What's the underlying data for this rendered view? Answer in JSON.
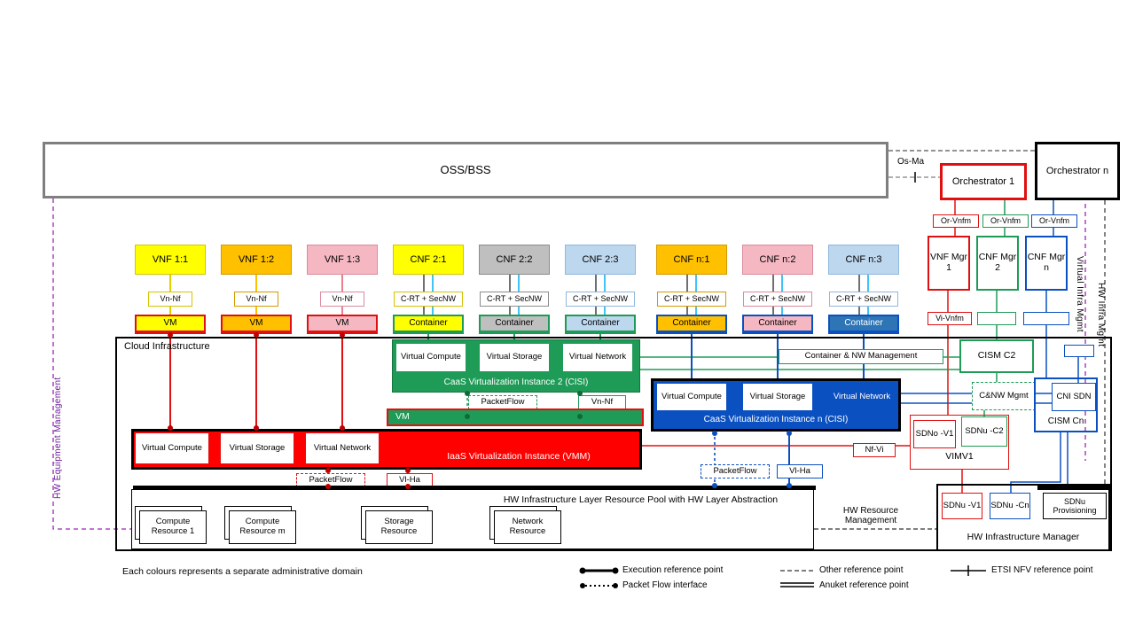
{
  "colors": {
    "red": "#FF0000",
    "red_border": "#E01010",
    "green": "#1E9B56",
    "blue": "#0B50C0",
    "yellow": "#FFFF00",
    "orange": "#FFC000",
    "pink": "#F5B8C2",
    "gray": "#BFBFBF",
    "light_blue": "#BDD7EE",
    "mid_blue": "#2E75B6",
    "cyan": "#00B0F0",
    "purple": "#9C27B0",
    "frame_gray": "#7F7F7F"
  },
  "top": {
    "oss_bss": "OSS/BSS",
    "os_ma": "Os-Ma",
    "orchestrator_1": "Orchestrator 1",
    "orchestrator_n": "Orchestrator n",
    "or_vnfm_1": "Or-Vnfm",
    "or_vnfm_2": "Or-Vnfm",
    "or_vnfm_3": "Or-Vnfm",
    "vnf_mgr_1": "VNF Mgr 1",
    "cnf_mgr_2": "CNF Mgr 2",
    "cnf_mgr_n": "CNF Mgr n",
    "vi_vnfm": "Vi-Vnfm"
  },
  "side_labels": {
    "virtual_infra_mgmt": "Virtual Infra Mgmt",
    "hw_infra_mgmt": "HW Infra Mgmt",
    "hw_equipment_mgmt": "HW Equipment Management"
  },
  "nf_row": [
    {
      "label": "VNF 1:1"
    },
    {
      "label": "VNF 1:2"
    },
    {
      "label": "VNF 1:3"
    },
    {
      "label": "CNF 2:1"
    },
    {
      "label": "CNF 2:2"
    },
    {
      "label": "CNF 2:3"
    },
    {
      "label": "CNF n:1"
    },
    {
      "label": "CNF n:2"
    },
    {
      "label": "CNF n:3"
    }
  ],
  "if_row": [
    {
      "label": "Vn-Nf"
    },
    {
      "label": "Vn-Nf"
    },
    {
      "label": "Vn-Nf"
    },
    {
      "label": "C-RT + SecNW"
    },
    {
      "label": "C-RT + SecNW"
    },
    {
      "label": "C-RT + SecNW"
    },
    {
      "label": "C-RT + SecNW"
    },
    {
      "label": "C-RT + SecNW"
    },
    {
      "label": "C-RT + SecNW"
    }
  ],
  "vm_row": [
    {
      "label": "VM"
    },
    {
      "label": "VM"
    },
    {
      "label": "VM"
    },
    {
      "label": "Container"
    },
    {
      "label": "Container"
    },
    {
      "label": "Container"
    },
    {
      "label": "Container"
    },
    {
      "label": "Container"
    },
    {
      "label": "Container"
    }
  ],
  "cloud": {
    "title": "Cloud  Infrastructure",
    "cisi2": {
      "compute": "Virtual Compute",
      "storage": "Virtual Storage",
      "network": "Virtual Network",
      "label": "CaaS Virtualization Instance 2 (CISI)"
    },
    "cisin": {
      "compute": "Virtual Compute",
      "storage": "Virtual Storage",
      "network": "Virtual Network",
      "label": "CaaS Virtualization Instance n (CISI)"
    },
    "iaas": {
      "compute": "Virtual Compute",
      "storage": "Virtual Storage",
      "network": "Virtual Network",
      "label": "IaaS Virtualization Instance (VMM)"
    },
    "vm_bar": "VM",
    "packetflow_green": "PacketFlow",
    "vn_nf_green": "Vn-Nf",
    "packetflow_red": "PacketFlow",
    "vl_ha_red": "Vl-Ha",
    "packetflow_blue": "PacketFlow",
    "vl_ha_blue": "Vl-Ha",
    "hw_layer": "HW Infrastructure Layer Resource Pool with HW Layer Abstraction",
    "resources": [
      {
        "label": "Compute Resource 1"
      },
      {
        "label": "Compute Resource m"
      },
      {
        "label": "Storage Resource"
      },
      {
        "label": "Network Resource"
      }
    ],
    "hw_resource_mgmt": "HW Resource Management"
  },
  "right": {
    "container_nw_mgmt": "Container & NW Management",
    "cism_c2": "CISM C2",
    "cnw_mgmt": "C&NW Mgmt",
    "cni_sdn": "CNI SDN",
    "cism_cn": "CISM Cn",
    "sdno_v1": "SDNo -V1",
    "sdnu_c2": "SDNu -C2",
    "vimv1": "VIMV1",
    "nf_vi": "Nf-Vi",
    "sdnu_v1": "SDNu -V1",
    "sdnu_cn": "SDNu -Cn",
    "sdnu_provisioning": "SDNu Provisioning",
    "hw_infra_manager": "HW Infrastructure Manager"
  },
  "footer": {
    "admin_note": "Each colours represents a separate administrative domain",
    "legend": {
      "execution": "Execution reference point",
      "packet_flow": "Packet Flow interface",
      "other": "Other reference point",
      "anuket": "Anuket reference point",
      "etsi": "ETSI NFV reference point"
    }
  }
}
